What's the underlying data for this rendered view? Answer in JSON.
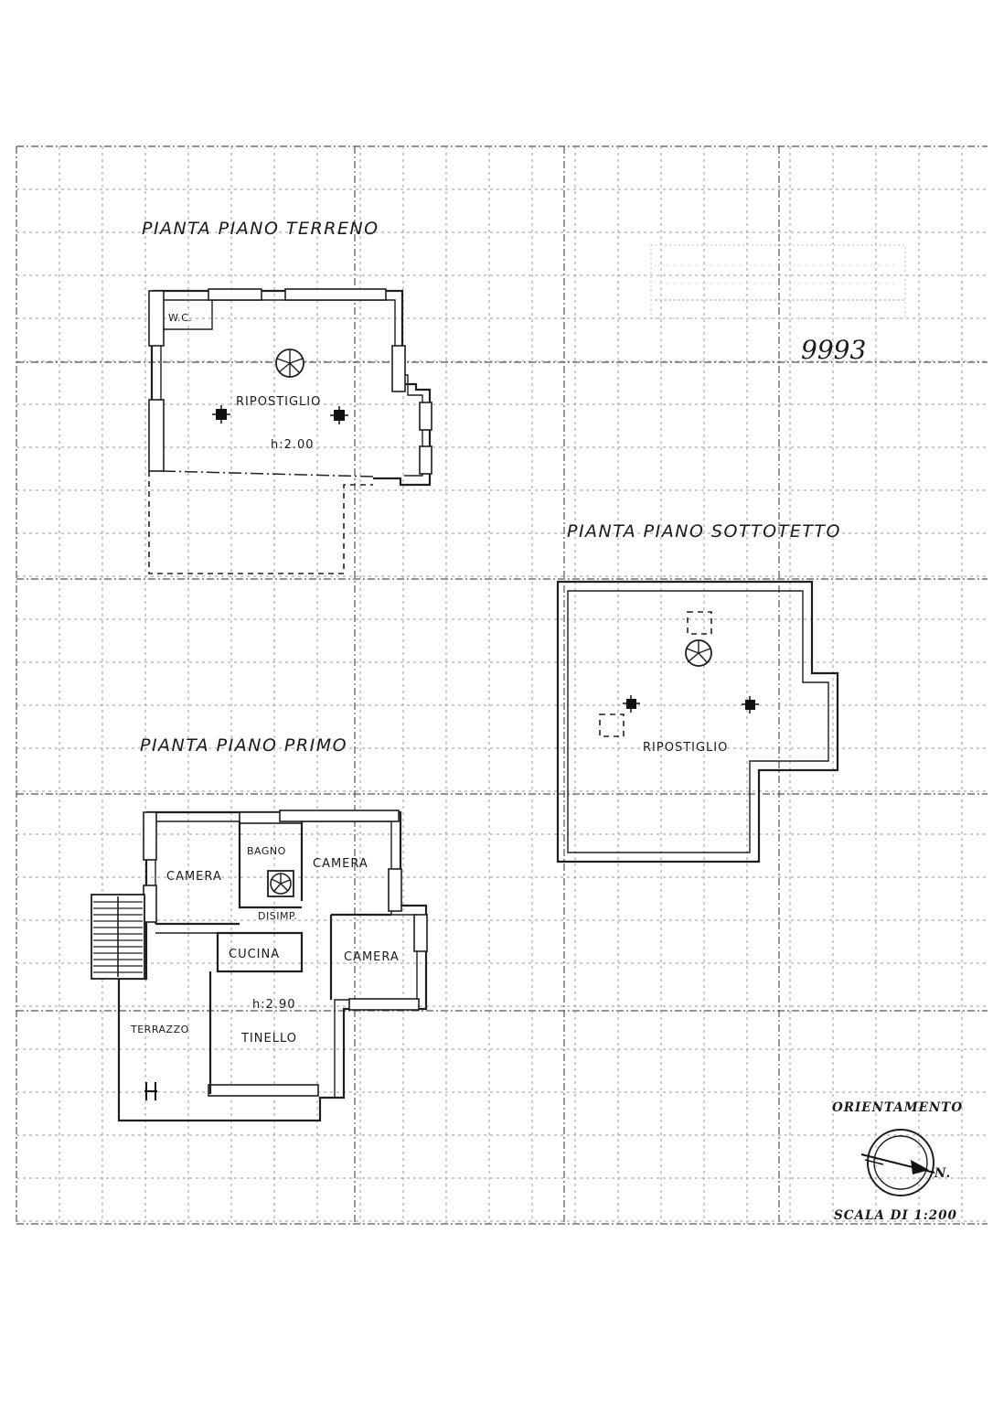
{
  "plans": {
    "ground": {
      "title": "PIANTA PIANO TERRENO",
      "rooms": {
        "wc": "W.C.",
        "storage": "RIPOSTIGLIO",
        "height": "h:2.00"
      }
    },
    "attic": {
      "title": "PIANTA PIANO SOTTOTETTO",
      "rooms": {
        "storage": "RIPOSTIGLIO"
      }
    },
    "first": {
      "title": "PIANTA PIANO PRIMO",
      "rooms": {
        "bedroom_left": "CAMERA",
        "bathroom": "BAGNO",
        "bedroom_right": "CAMERA",
        "landing": "DISIMP.",
        "kitchen": "CUCINA",
        "bedroom_lower": "CAMERA",
        "height": "h:2.90",
        "terrace": "TERRAZZO",
        "dining": "TINELLO"
      }
    }
  },
  "stamp": {
    "number": "9993"
  },
  "legend": {
    "orientation_label": "ORIENTAMENTO",
    "north_marker": "N.",
    "scale": "SCALA DI 1:200"
  }
}
